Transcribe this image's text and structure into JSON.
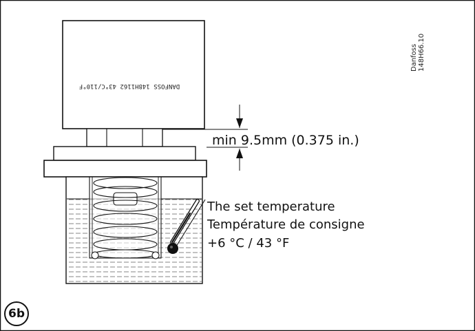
{
  "figure": {
    "badge": "6b",
    "reference_lines": [
      "Danfoss",
      "148H66.10"
    ],
    "coil_marking": "DANFOSS 148H1162 43°C/110°F",
    "dimension_label": "min 9.5mm (0.375 in.)",
    "temperature_lines": [
      "The set temperature",
      "Température de consigne",
      "+6 °C / 43 °F"
    ]
  }
}
